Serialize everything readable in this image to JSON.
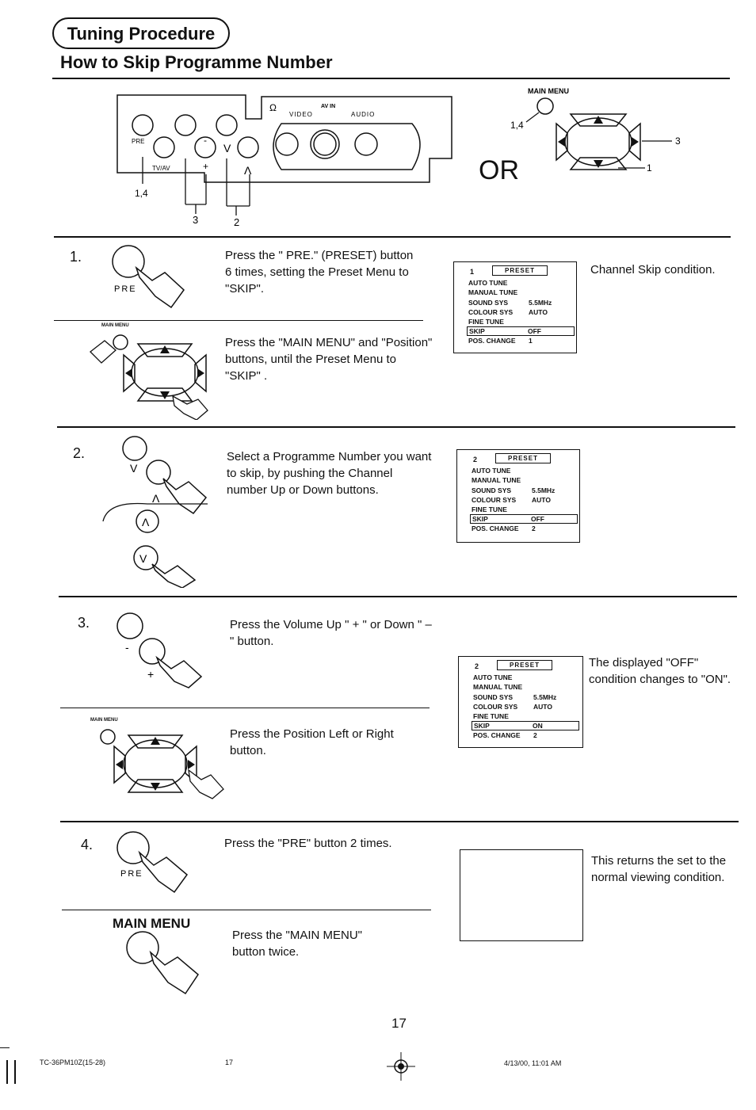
{
  "header": {
    "section_title": "Tuning Procedure",
    "page_title": "How to Skip Programme Number"
  },
  "panel": {
    "labels": {
      "pre": "PRE",
      "tvav": "TV/AV",
      "video": "VIDEO",
      "audio": "AUDIO",
      "av_in": "AV   IN",
      "phones": "Ω",
      "minus": "-",
      "plus": "+",
      "down": "V",
      "up": "Λ",
      "callout_14": "1,4",
      "callout_3": "3",
      "callout_2": "2"
    },
    "remote": {
      "main_menu": "MAIN MENU",
      "callout_14": "1,4",
      "callout_3": "3",
      "callout_1": "1"
    },
    "or": "OR"
  },
  "steps": [
    {
      "number": "1.",
      "a_label": "PRE",
      "a_text": "Press the \" PRE.\" (PRESET) button 6 times, setting the Preset Menu to \"SKIP\".",
      "b_label": "MAIN MENU",
      "b_text": "Press the \"MAIN MENU\" and \"Position\" buttons, until the Preset Menu to \"SKIP\" .",
      "note": "Channel Skip condition.",
      "osd": {
        "num": "1",
        "tag": "PRESET",
        "rows": [
          {
            "k": "AUTO TUNE",
            "v": ""
          },
          {
            "k": "MANUAL TUNE",
            "v": ""
          },
          {
            "k": "SOUND SYS",
            "v": "5.5MHz"
          },
          {
            "k": "COLOUR SYS",
            "v": "AUTO"
          },
          {
            "k": "FINE TUNE",
            "v": ""
          },
          {
            "k": "SKIP",
            "v": "OFF"
          },
          {
            "k": "POS. CHANGE",
            "v": "1"
          }
        ]
      }
    },
    {
      "number": "2.",
      "a_text": "Select a Programme Number you want to skip, by pushing the Channel number Up or Down buttons.",
      "osd": {
        "num": "2",
        "tag": "PRESET",
        "rows": [
          {
            "k": "AUTO TUNE",
            "v": ""
          },
          {
            "k": "MANUAL TUNE",
            "v": ""
          },
          {
            "k": "SOUND SYS",
            "v": "5.5MHz"
          },
          {
            "k": "COLOUR SYS",
            "v": "AUTO"
          },
          {
            "k": "FINE TUNE",
            "v": ""
          },
          {
            "k": "SKIP",
            "v": "OFF"
          },
          {
            "k": "POS. CHANGE",
            "v": "2"
          }
        ]
      }
    },
    {
      "number": "3.",
      "a_text": "Press the Volume Up \" + \" or Down \" – \" button.",
      "b_label": "MAIN MENU",
      "b_text": "Press the Position Left or Right button.",
      "note": "The displayed \"OFF\" condition changes to \"ON\".",
      "osd": {
        "num": "2",
        "tag": "PRESET",
        "rows": [
          {
            "k": "AUTO TUNE",
            "v": ""
          },
          {
            "k": "MANUAL TUNE",
            "v": ""
          },
          {
            "k": "SOUND SYS",
            "v": "5.5MHz"
          },
          {
            "k": "COLOUR SYS",
            "v": "AUTO"
          },
          {
            "k": "FINE TUNE",
            "v": ""
          },
          {
            "k": "SKIP",
            "v": "ON"
          },
          {
            "k": "POS. CHANGE",
            "v": "2"
          }
        ]
      }
    },
    {
      "number": "4.",
      "a_label": "PRE",
      "a_text": "Press the \"PRE\" button 2 times.",
      "b_label": "MAIN MENU",
      "b_text": "Press the \"MAIN MENU\" button twice.",
      "note": "This returns the set to the normal viewing condition."
    }
  ],
  "footer": {
    "page_number": "17",
    "doc_code": "TC-36PM10Z(15-28)",
    "sheet": "17",
    "timestamp": "4/13/00, 11:01 AM"
  }
}
